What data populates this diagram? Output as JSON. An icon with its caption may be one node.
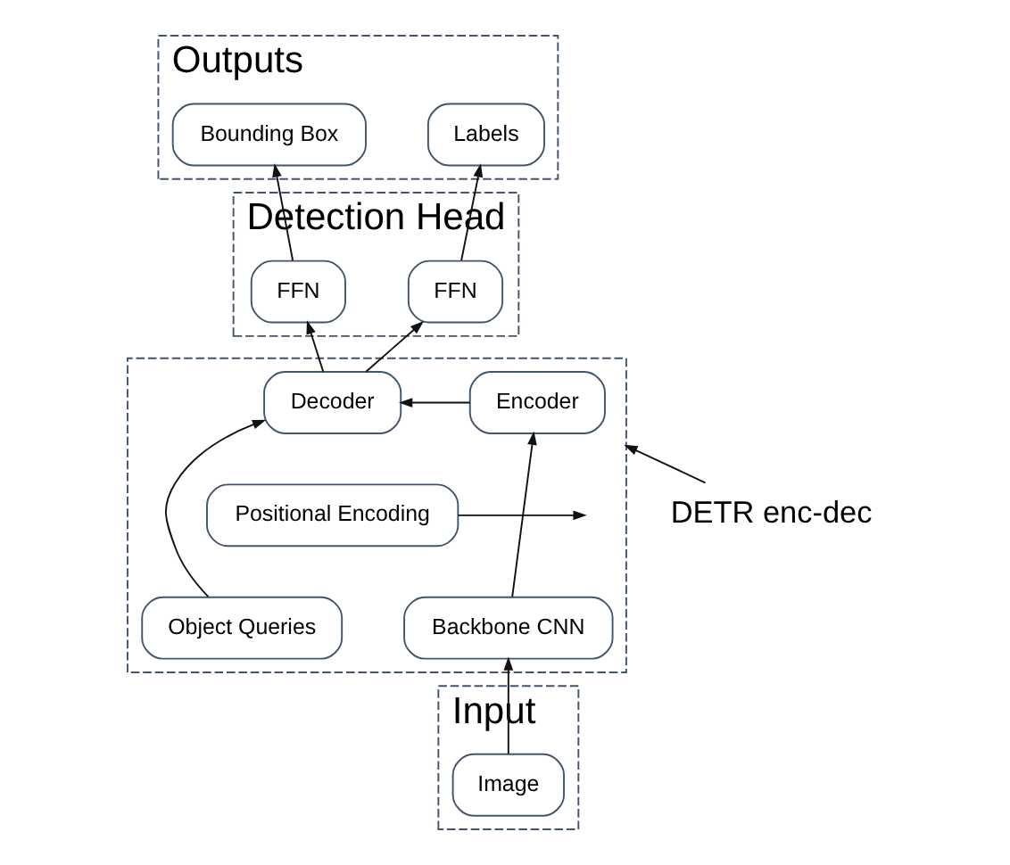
{
  "diagram": {
    "nodes": [
      {
        "text": [
          "Outputs"
        ]
      },
      {
        "text": [
          "Labels"
        ],
        "in": 0
      },
      {
        "text": [
          "Bounding Box"
        ],
        "in": 0
      },
      {
        "text": [
          "Detection Head"
        ]
      },
      {
        "text": [
          "FFN"
        ],
        "in": 3
      },
      {
        "text": [
          "FFN"
        ],
        "in": 3
      },
      {
        "text": [],
        "shape": "box"
      },
      {
        "text": [
          "Encoder"
        ],
        "in": 6
      },
      {
        "text": [
          "Decoder"
        ],
        "in": 6
      },
      {
        "text": [
          "Positional Encoding"
        ],
        "in": 6
      },
      {
        "text": [
          "Backbone CNN"
        ],
        "in": 6
      },
      {
        "text": [
          "Object Queries"
        ],
        "in": 6
      },
      {
        "text": [
          "Input"
        ]
      },
      {
        "text": [
          "Image"
        ],
        "in": 12
      },
      {
        "text": [
          "DETR enc-dec"
        ]
      }
    ],
    "edges": [
      {
        "from": 13,
        "to": 10,
        "arrow": "to"
      },
      {
        "from": 10,
        "to": 7,
        "arrow": "to"
      },
      {
        "from": 9,
        "to": null,
        "arrow": "to"
      },
      {
        "from": 7,
        "to": 8,
        "arrow": "to"
      },
      {
        "from": 11,
        "to": 8,
        "arrow": "to"
      },
      {
        "from": 8,
        "to": 4,
        "arrow": "to"
      },
      {
        "from": 8,
        "to": 5,
        "arrow": "to"
      },
      {
        "from": 4,
        "to": 1,
        "arrow": "to"
      },
      {
        "from": 5,
        "to": 2,
        "arrow": "to"
      },
      {
        "from": 14,
        "to": 6,
        "arrow": "to"
      }
    ]
  }
}
